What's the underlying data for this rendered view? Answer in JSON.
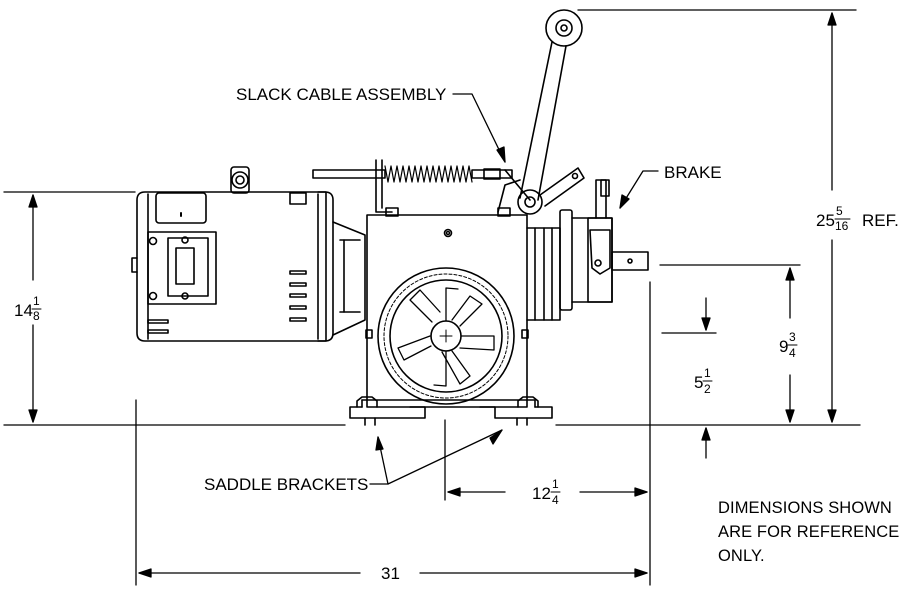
{
  "labels": {
    "slack_cable": "SLACK CABLE ASSEMBLY",
    "brake": "BRAKE",
    "saddle_brackets": "SADDLE BRACKETS"
  },
  "dimensions": {
    "height_total": {
      "whole": "14",
      "num": "1",
      "den": "8"
    },
    "overall_height": {
      "whole": "25",
      "num": "5",
      "den": "16",
      "suffix": "REF."
    },
    "shaft_height": {
      "whole": "9",
      "num": "3",
      "den": "4"
    },
    "center_height": {
      "whole": "5",
      "num": "1",
      "den": "2"
    },
    "shaft_offset": {
      "whole": "12",
      "num": "1",
      "den": "4"
    },
    "overall_length": {
      "whole": "31"
    }
  },
  "note": {
    "lines": [
      "DIMENSIONS SHOWN",
      "ARE FOR REFERENCE",
      "ONLY."
    ]
  }
}
